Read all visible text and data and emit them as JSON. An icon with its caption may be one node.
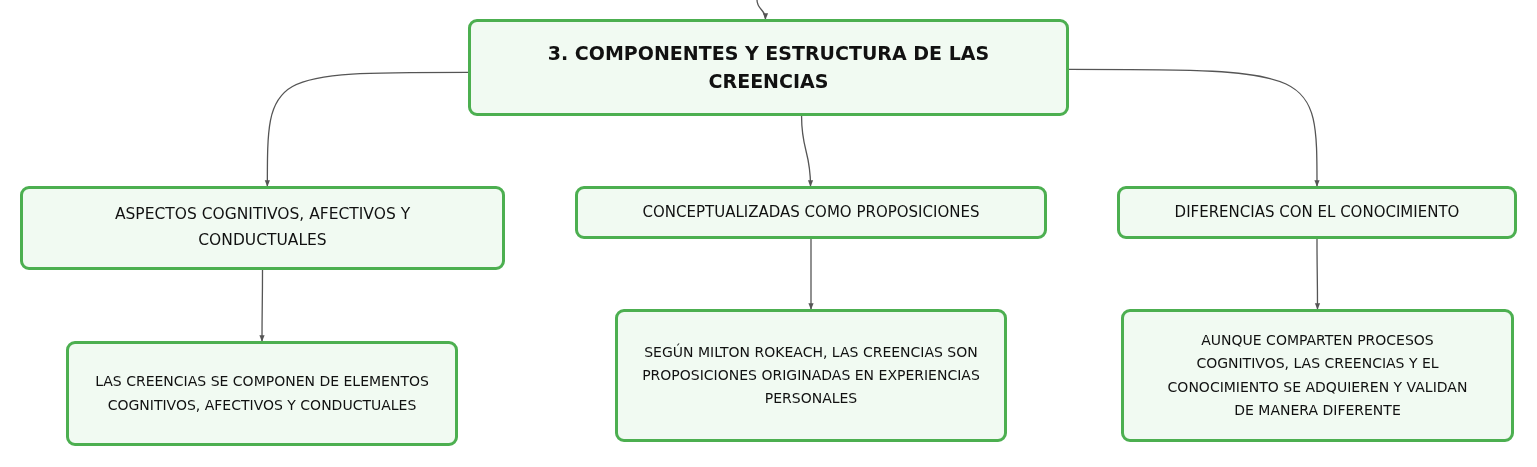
{
  "diagram": {
    "nodes": [
      {
        "text": [
          "3. COMPONENTES Y ESTRUCTURA DE LAS CREENCIAS"
        ]
      },
      {
        "text": [
          "ASPECTOS COGNITIVOS, AFECTIVOS Y CONDUCTUALES"
        ]
      },
      {
        "text": [
          "CONCEPTUALIZADAS COMO PROPOSICIONES"
        ]
      },
      {
        "text": [
          "DIFERENCIAS CON EL CONOCIMIENTO"
        ]
      },
      {
        "text": [
          "LAS CREENCIAS SE COMPONEN DE ELEMENTOS COGNITIVOS, AFECTIVOS Y CONDUCTUALES"
        ]
      },
      {
        "text": [
          "SEGÚN MILTON ROKEACH, LAS CREENCIAS SON PROPOSICIONES ORIGINADAS EN EXPERIENCIAS PERSONALES"
        ]
      },
      {
        "text": [
          "AUNQUE COMPARTEN PROCESOS COGNITIVOS, LAS CREENCIAS Y EL CONOCIMIENTO SE ADQUIEREN Y VALIDAN DE MANERA DIFERENTE"
        ]
      }
    ],
    "edges": [
      {
        "from": null,
        "to": 0,
        "arrow": "to"
      },
      {
        "from": 0,
        "to": 1,
        "arrow": "to"
      },
      {
        "from": 0,
        "to": 2,
        "arrow": "to"
      },
      {
        "from": 0,
        "to": 3,
        "arrow": "to"
      },
      {
        "from": 1,
        "to": 4,
        "arrow": "to"
      },
      {
        "from": 2,
        "to": 5,
        "arrow": "to"
      },
      {
        "from": 3,
        "to": 6,
        "arrow": "to"
      }
    ]
  }
}
